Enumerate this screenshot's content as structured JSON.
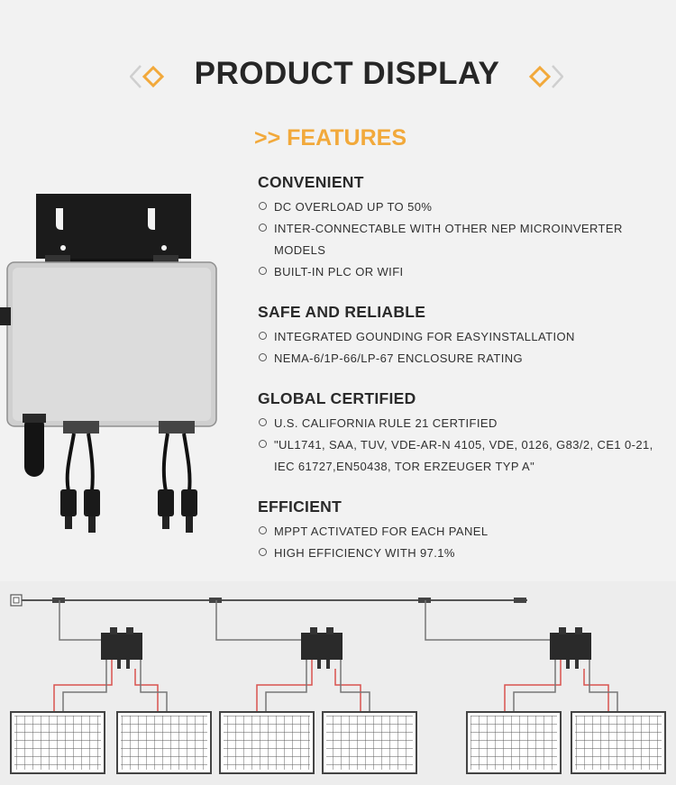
{
  "header": {
    "title": "PRODUCT DISPLAY"
  },
  "features_heading": ">> FEATURES",
  "sections": [
    {
      "title": "CONVENIENT",
      "bullets": [
        "DC OVERLOAD UP TO 50%",
        "INTER-CONNECTABLE WITH OTHER NEP MICROINVERTER",
        "MODELS",
        "BUILT-IN PLC OR WIFI"
      ]
    },
    {
      "title": "SAFE AND RELIABLE",
      "bullets": [
        "INTEGRATED GOUNDING FOR EASYINSTALLATION",
        "NEMA-6/1P-66/LP-67 ENCLOSURE RATING"
      ]
    },
    {
      "title": "GLOBAL CERTIFIED",
      "bullets": [
        "U.S. CALIFORNIA RULE 21 CERTIFIED",
        "\"UL1741, SAA, TUV, VDE-AR-N 4105, VDE, 0126, G83/2, CE1 0-21,",
        "IEC 61727,EN50438, TOR ERZEUGER TYP A\""
      ]
    },
    {
      "title": "EFFICIENT",
      "bullets": [
        "MPPT ACTIVATED FOR EACH PANEL",
        "HIGH EFFICIENCY WITH 97.1%"
      ]
    }
  ],
  "colors": {
    "accent": "#f2a93b",
    "title_text": "#262626",
    "wire_red": "#d9534f"
  },
  "icons": [
    "diamond-left-icon",
    "diamond-right-icon",
    "bullet-circle-icon"
  ]
}
